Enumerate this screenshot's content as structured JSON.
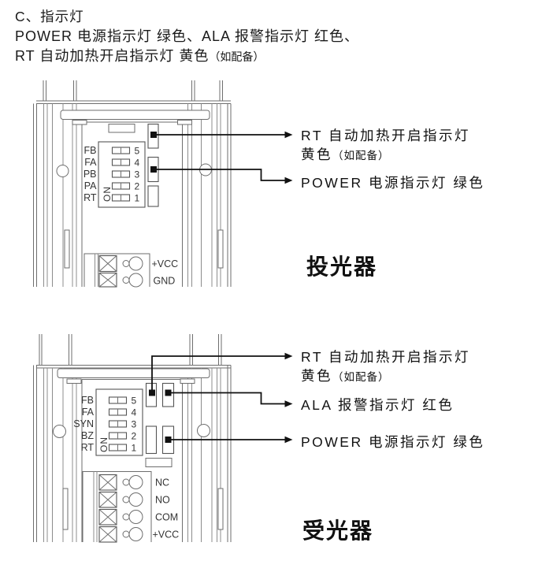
{
  "page": {
    "heading": "C、指示灯",
    "line2": "POWER 电源指示灯 绿色、ALA 报警指示灯 红色、",
    "line3": "RT 自动加热开启指示灯 黄色",
    "line3_note": "（如配备）"
  },
  "transmitter": {
    "name": "投光器",
    "dip": {
      "on_label": "ON",
      "rows": [
        {
          "label": "FB",
          "num": "5"
        },
        {
          "label": "FA",
          "num": "4"
        },
        {
          "label": "PB",
          "num": "3"
        },
        {
          "label": "PA",
          "num": "2"
        },
        {
          "label": "RT",
          "num": "1"
        }
      ]
    },
    "terminals": [
      "+VCC",
      "GND"
    ],
    "annotations": {
      "rt_line1": "RT 自动加热开启指示灯",
      "rt_line2": "黄色",
      "rt_note": "（如配备）",
      "power": "POWER 电源指示灯 绿色"
    }
  },
  "receiver": {
    "name": "受光器",
    "dip": {
      "on_label": "ON",
      "rows": [
        {
          "label": "FB",
          "num": "5"
        },
        {
          "label": "FA",
          "num": "4"
        },
        {
          "label": "SYN",
          "num": "3"
        },
        {
          "label": "BZ",
          "num": "2"
        },
        {
          "label": "RT",
          "num": "1"
        }
      ]
    },
    "terminals": [
      "NC",
      "NO",
      "COM",
      "+VCC"
    ],
    "annotations": {
      "rt_line1": "RT 自动加热开启指示灯",
      "rt_line2": "黄色",
      "rt_note": "（如配备）",
      "ala": "ALA 报警指示灯 红色",
      "power": "POWER 电源指示灯 绿色"
    }
  },
  "colors": {
    "ink": "#1a1a1a",
    "line_art": "#6e6e6e",
    "arrow": "#111111"
  }
}
